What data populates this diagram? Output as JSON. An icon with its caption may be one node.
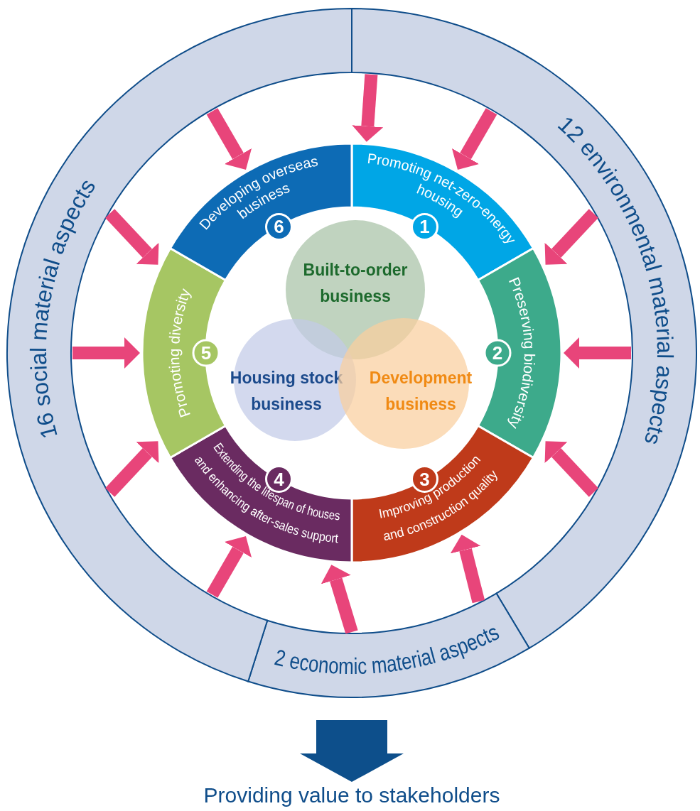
{
  "diagram": {
    "nodes": [
      {
        "text": [
          "12 environmental material aspects"
        ]
      },
      {
        "text": [
          "2 economic material aspects"
        ]
      },
      {
        "text": [
          "16 social material aspects"
        ]
      },
      {
        "text": [
          "Promoting net-zero-energy housing",
          "1"
        ]
      },
      {
        "text": [
          "2",
          "Preserving biodiversity"
        ]
      },
      {
        "text": [
          "Improving production and construction quality",
          "3"
        ]
      },
      {
        "text": [
          "Extending the lifespan of houses and enhancing after-sales support",
          "4"
        ]
      },
      {
        "text": [
          "Promoting diversity",
          "5"
        ]
      },
      {
        "text": [
          "Developing overseas business",
          "6"
        ]
      },
      {
        "text": [
          "Built-to-order business"
        ]
      },
      {
        "text": [
          "Housing stock business"
        ]
      },
      {
        "text": [
          "Development business"
        ]
      },
      {
        "text": [
          "Providing value to stakeholders"
        ]
      }
    ],
    "edges": [
      {
        "from": 0,
        "to": 3,
        "arrow": "to"
      },
      {
        "from": 0,
        "to": 3,
        "arrow": "to"
      },
      {
        "from": 0,
        "to": 4,
        "arrow": "to"
      },
      {
        "from": 0,
        "to": 4,
        "arrow": "to"
      },
      {
        "from": 0,
        "to": 4,
        "arrow": "to"
      },
      {
        "from": 1,
        "to": 5,
        "arrow": "to"
      },
      {
        "from": 1,
        "to": 6,
        "arrow": "to"
      },
      {
        "from": 2,
        "to": 6,
        "arrow": "to"
      },
      {
        "from": 2,
        "to": 7,
        "arrow": "to"
      },
      {
        "from": 2,
        "to": 7,
        "arrow": "to"
      },
      {
        "from": 2,
        "to": 7,
        "arrow": "to"
      },
      {
        "from": 2,
        "to": 8,
        "arrow": "to"
      },
      {
        "from": null,
        "to": 12,
        "arrow": "to",
        "style": "thick",
        "color": "#0d4f8b"
      }
    ]
  }
}
